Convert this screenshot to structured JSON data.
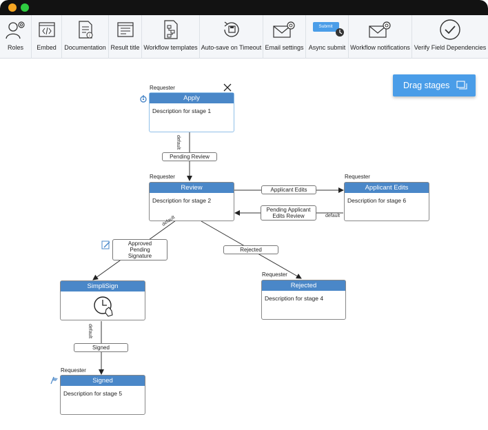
{
  "toolbar": {
    "items": [
      {
        "label": "Roles",
        "icon": "roles-icon"
      },
      {
        "label": "Embed",
        "icon": "embed-icon"
      },
      {
        "label": "Documentation",
        "icon": "documentation-icon"
      },
      {
        "label": "Result title",
        "icon": "result-title-icon"
      },
      {
        "label": "Workflow templates",
        "icon": "workflow-templates-icon"
      },
      {
        "label": "Auto-save on Timeout",
        "icon": "auto-save-icon"
      },
      {
        "label": "Email settings",
        "icon": "email-settings-icon"
      },
      {
        "label": "Async submit",
        "icon": "async-submit-icon"
      },
      {
        "label": "Workflow notifications",
        "icon": "workflow-notifications-icon"
      },
      {
        "label": "Verify Field Dependencies",
        "icon": "verify-icon"
      }
    ],
    "submit_badge": "Submit"
  },
  "drag_button": {
    "label": "Drag stages"
  },
  "stages": {
    "apply": {
      "role": "Requester",
      "title": "Apply",
      "description": "Description for stage 1"
    },
    "review": {
      "role": "Requester",
      "title": "Review",
      "description": "Description for stage 2"
    },
    "applicant_edits": {
      "role": "Requester",
      "title": "Applicant Edits",
      "description": "Description for stage 6"
    },
    "simplisign": {
      "title": "SimpliSign"
    },
    "rejected": {
      "role": "Requester",
      "title": "Rejected",
      "description": "Description for stage 4"
    },
    "signed": {
      "role": "Requester",
      "title": "Signed",
      "description": "Description for stage 5"
    }
  },
  "edges": {
    "pending_review": "Pending Review",
    "applicant_edits": "Applicant Edits",
    "pending_applicant_edits_review_1": "Pending Applicant",
    "pending_applicant_edits_review_2": "Edits Review",
    "approved_1": "Approved",
    "approved_2": "Pending",
    "approved_3": "Signature",
    "rejected": "Rejected",
    "signed": "Signed"
  },
  "edge_tags": {
    "default": "default"
  },
  "colors": {
    "stage_header": "#4a87c8",
    "drag_button": "#4a9de8",
    "titlebar": "#121212"
  }
}
